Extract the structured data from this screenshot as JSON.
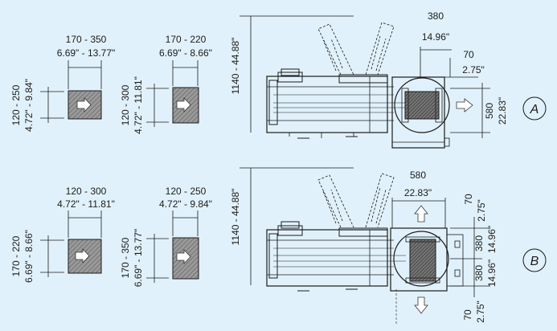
{
  "row_a": {
    "box1_width_mm": "170 - 350",
    "box1_width_in": "6.69\" - 13.77\"",
    "box1_length_mm": "120 - 250",
    "box1_length_in": "4.72\" - 9.84\"",
    "box2_width_mm": "170 - 220",
    "box2_width_in": "6.69\" - 8.66\"",
    "box2_length_mm": "120 - 300",
    "box2_length_in": "4.72\" - 11.81\"",
    "height_range": "1140 - 44.88\"",
    "dim_top_mm": "380",
    "dim_top_in": "14.96\"",
    "dim_small_mm": "70",
    "dim_small_in": "2.75\"",
    "dim_side_mm": "580",
    "dim_side_in": "22.83\"",
    "variant_label": "A"
  },
  "row_b": {
    "box1_width_mm": "120 - 300",
    "box1_width_in": "4.72\" - 11.81\"",
    "box1_length_mm": "170 - 220",
    "box1_length_in": "6.69\" - 8.66\"",
    "box2_width_mm": "120 - 250",
    "box2_width_in": "4.72\" - 9.84\"",
    "box2_length_mm": "170 - 350",
    "box2_length_in": "6.69\" - 13.77\"",
    "height_range": "1140 - 44.88\"",
    "dim_top_mm": "580",
    "dim_top_in": "22.83\"",
    "dim_small_mm": "70",
    "dim_small_in": "2.75\"",
    "dim_side1_mm": "380",
    "dim_side1_in": "14.96\"",
    "dim_side2_mm": "380",
    "dim_side2_in": "14.96\"",
    "dim_bottom_mm": "70",
    "dim_bottom_in": "2.75\"",
    "variant_label": "B"
  },
  "colors": {
    "background": "#e1f1fb",
    "line": "#1b1b1b",
    "box_fill": "#8e8e8e",
    "arrow_fill": "#ffffff"
  }
}
